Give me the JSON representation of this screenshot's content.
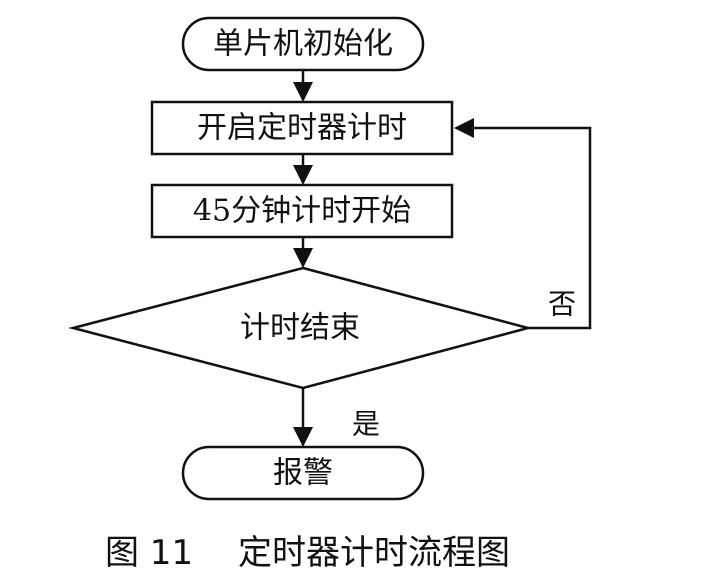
{
  "flowchart": {
    "nodes": [
      {
        "id": "start",
        "shape": "terminator",
        "label": "单片机初始化"
      },
      {
        "id": "timer_on",
        "shape": "process",
        "label": "开启定时器计时"
      },
      {
        "id": "count_45",
        "shape": "process",
        "label": "45分钟计时开始"
      },
      {
        "id": "timer_end",
        "shape": "decision",
        "label": "计时结束"
      },
      {
        "id": "alarm",
        "shape": "terminator",
        "label": "报警"
      }
    ],
    "edges": [
      {
        "from": "start",
        "to": "timer_on",
        "label": ""
      },
      {
        "from": "timer_on",
        "to": "count_45",
        "label": ""
      },
      {
        "from": "count_45",
        "to": "timer_end",
        "label": ""
      },
      {
        "from": "timer_end",
        "to": "alarm",
        "label": "是"
      },
      {
        "from": "timer_end",
        "to": "timer_on",
        "label": "否"
      }
    ]
  },
  "caption": {
    "figure_number": "图 11",
    "title": "定时器计时流程图"
  },
  "colors": {
    "stroke": "#111111",
    "background": "#ffffff"
  }
}
